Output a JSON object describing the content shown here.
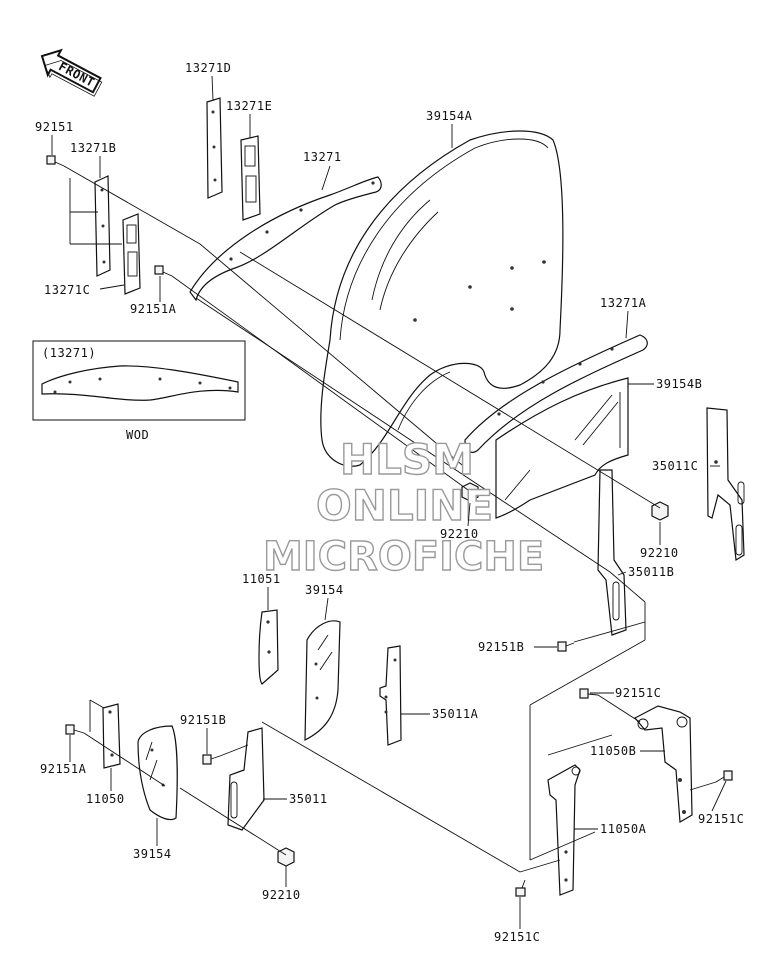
{
  "front_arrow": "FRONT",
  "inset": {
    "title": "(13271)",
    "caption": "WOD"
  },
  "watermark": [
    "HLSM",
    "ONLINE",
    "MICROFICHE"
  ],
  "labels": {
    "p13271D": "13271D",
    "p13271E": "13271E",
    "p92151": "92151",
    "p13271B": "13271B",
    "p13271": "13271",
    "p39154A": "39154A",
    "p13271C": "13271C",
    "p92151A_top": "92151A",
    "p13271A": "13271A",
    "p39154B": "39154B",
    "p35011C": "35011C",
    "p92210_center": "92210",
    "p92210_right": "92210",
    "p35011B": "35011B",
    "p11051": "11051",
    "p39154_mid": "39154",
    "p92151B_right": "92151B",
    "p35011A": "35011A",
    "p92151C_top": "92151C",
    "p92151B_left": "92151B",
    "p11050B": "11050B",
    "p92151A_left": "92151A",
    "p35011": "35011",
    "p11050": "11050",
    "p92151C_right": "92151C",
    "p11050A": "11050A",
    "p39154_left": "39154",
    "p92210_bottom": "92210",
    "p92151C_bottom": "92151C"
  }
}
